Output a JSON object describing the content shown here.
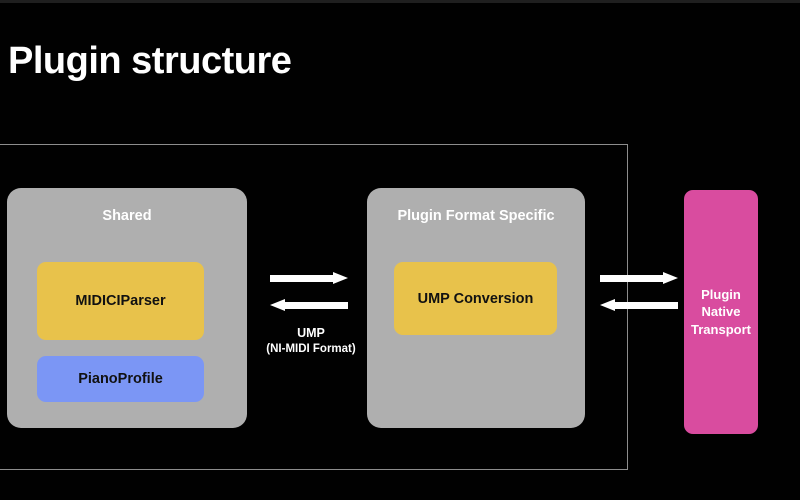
{
  "slide": {
    "title": "Plugin structure",
    "background_color": "#010101",
    "title_color": "#ffffff"
  },
  "container": {
    "name": "plugin-boundary",
    "border_color": "#8d8d8d"
  },
  "groups": [
    {
      "id": "shared",
      "label": "Shared",
      "color": "#afafaf",
      "children": [
        {
          "id": "midiciparser",
          "label": "MIDICIParser",
          "color": "#e8c24b"
        },
        {
          "id": "pianoprofile",
          "label": "PianoProfile",
          "color": "#7b96f5"
        }
      ]
    },
    {
      "id": "plugin-format-specific",
      "label": "Plugin Format Specific",
      "color": "#afafaf",
      "children": [
        {
          "id": "ump-conversion",
          "label": "UMP Conversion",
          "color": "#e8c24b"
        }
      ]
    }
  ],
  "transport": {
    "id": "plugin-native-transport",
    "line1": "Plugin",
    "line2": "Native",
    "line3": "Transport",
    "color": "#d94c9f",
    "text_color": "#ffffff"
  },
  "connectors": {
    "middle": {
      "caption_line1": "UMP",
      "caption_line2": "(NI-MIDI Format)",
      "arrow_color": "#ffffff",
      "directions": [
        "right",
        "left"
      ]
    },
    "right": {
      "arrow_color": "#ffffff",
      "directions": [
        "right",
        "left"
      ]
    }
  }
}
